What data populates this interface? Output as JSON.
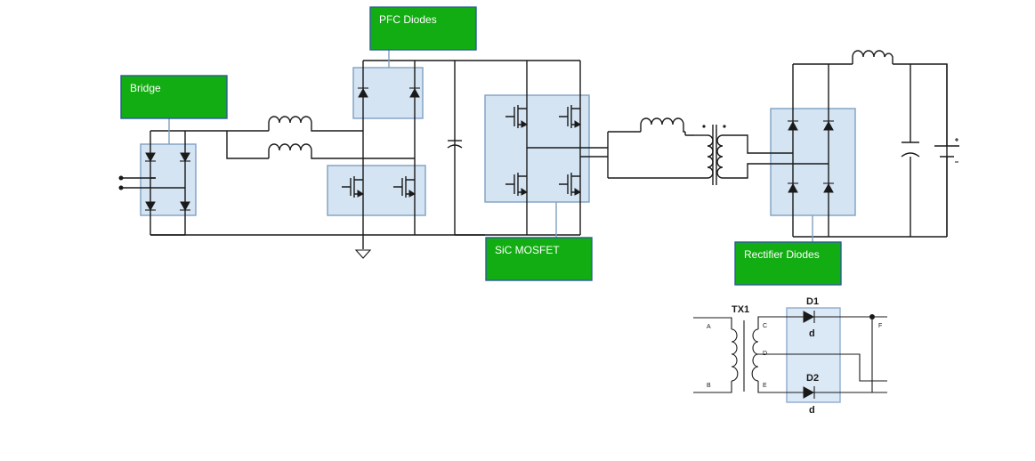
{
  "labels": {
    "bridge": "Bridge",
    "pfc_diodes": "PFC Diodes",
    "sic_mosfet": "SiC MOSFET",
    "rectifier_diodes": "Rectifier Diodes"
  },
  "inset": {
    "transformer": "TX1",
    "diode_top": "D1",
    "diode_top_sub": "d",
    "diode_bottom": "D2",
    "diode_bottom_sub": "d",
    "pins": {
      "a": "A",
      "b": "B",
      "c": "C",
      "d": "D",
      "e": "E",
      "f": "F"
    }
  },
  "colors": {
    "label_fill": "#12ad12",
    "module_fill": "#d4e4f3"
  }
}
